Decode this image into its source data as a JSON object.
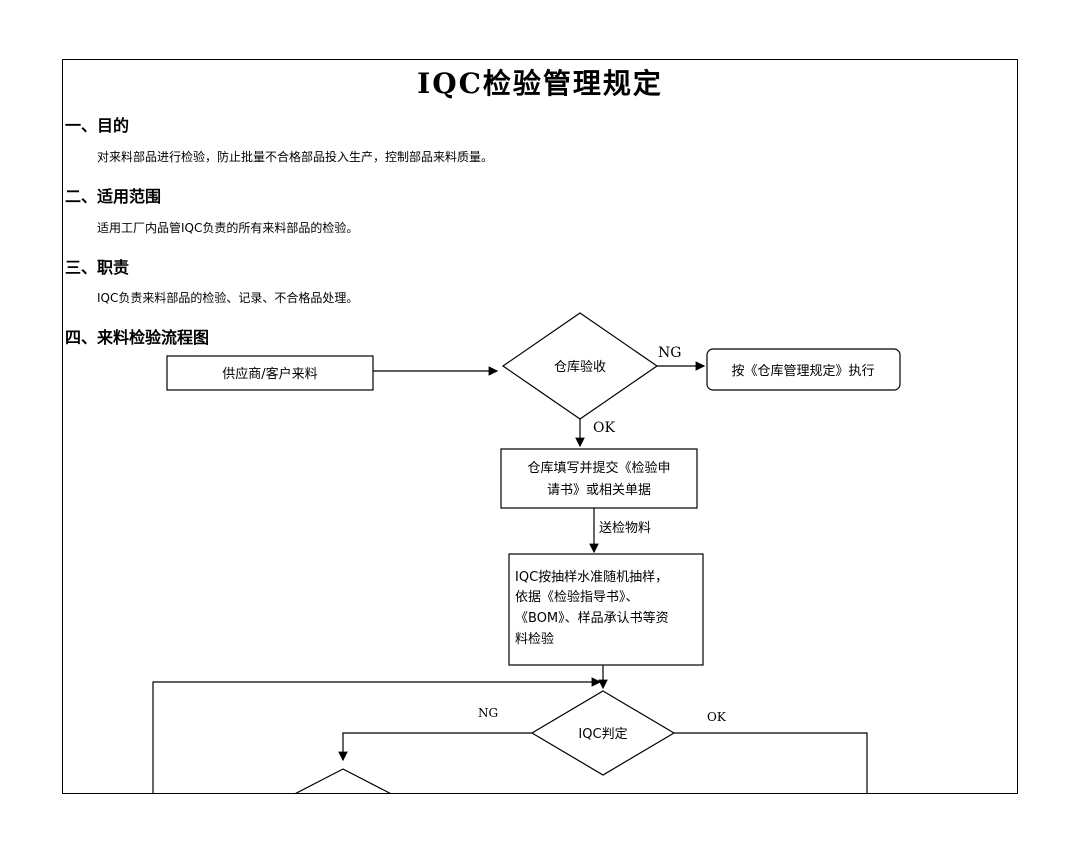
{
  "document": {
    "title": "IQC检验管理规定",
    "sections": [
      {
        "heading": "一、目的",
        "body": "对来料部品进行检验，防止批量不合格部品投入生产，控制部品来料质量。"
      },
      {
        "heading": "二、适用范围",
        "body": "适用工厂内品管IQC负责的所有来料部品的检验。"
      },
      {
        "heading": "三、职责",
        "body": "IQC负责来料部品的检验、记录、不合格品处理。"
      },
      {
        "heading": "四、来料检验流程图",
        "body": ""
      }
    ]
  },
  "flowchart": {
    "supplier": "供应商/客户来料",
    "warehouse_check": "仓库验收",
    "ng_action": "按《仓库管理规定》执行",
    "submit_line1": "仓库填写并提交《检验申",
    "submit_line2": "请书》或相关单据",
    "send_material": "送检物料",
    "iqc_line1": "IQC按抽样水准随机抽样，",
    "iqc_line2": "依据《检验指导书》、",
    "iqc_line3": "《BOM》、样品承认书等资",
    "iqc_line4": "料检验",
    "iqc_judge": "IQC判定",
    "ng_label_top": "NG",
    "ok_label_top": "OK",
    "ng_label_bottom": "NG",
    "ok_label_bottom": "OK"
  }
}
